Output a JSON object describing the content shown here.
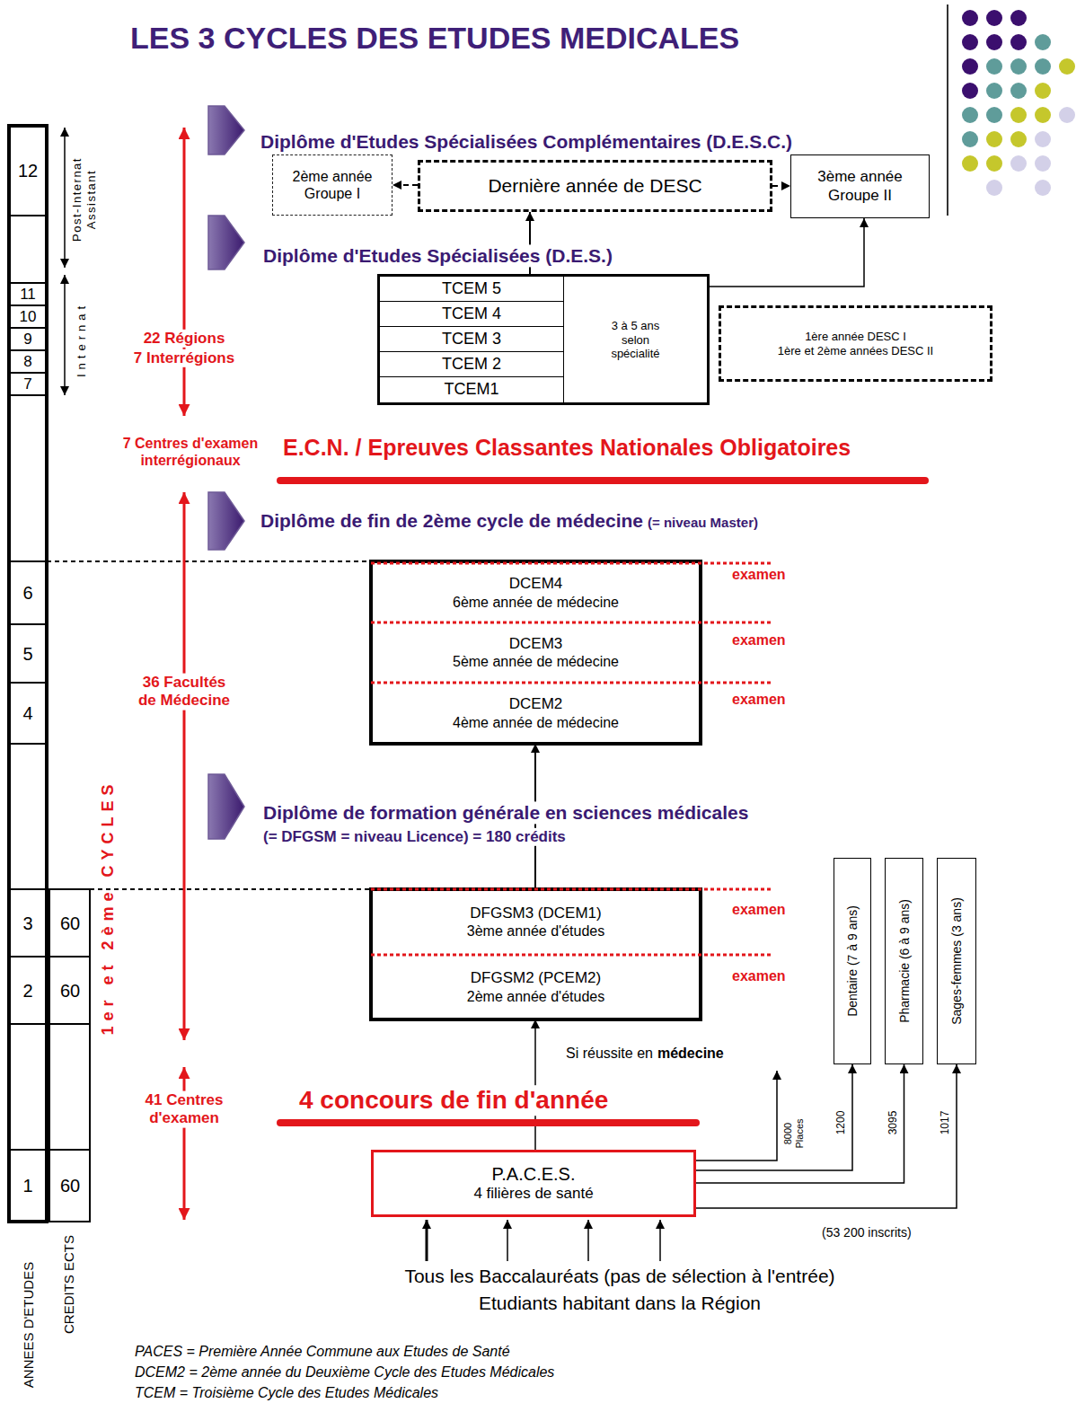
{
  "diagram": {
    "title": "LES 3 CYCLES DES ETUDES MEDICALES",
    "nodes": [
      {
        "text": [
          "2ème année Groupe I"
        ]
      },
      {
        "text": [
          "Dernière année de DESC"
        ]
      },
      {
        "text": [
          "3ème année Groupe II"
        ]
      },
      {
        "text": [
          "3 à 5 ans selon spécialité"
        ]
      },
      {
        "text": [
          "TCEM 5"
        ],
        "in": 3
      },
      {
        "text": [
          "TCEM 4"
        ],
        "in": 3
      },
      {
        "text": [
          "TCEM 3"
        ],
        "in": 3
      },
      {
        "text": [
          "TCEM 2"
        ],
        "in": 3
      },
      {
        "text": [
          "TCEM1"
        ],
        "in": 3
      },
      {
        "text": [
          "1ère année DESC I",
          "1ère et 2ème années DESC II"
        ]
      },
      {
        "text": [
          "DCEM4",
          "6ème année de médecine"
        ]
      },
      {
        "text": [
          "DCEM3",
          "5ème année de médecine"
        ]
      },
      {
        "text": [
          "DCEM2",
          "4ème année de médecine"
        ]
      },
      {
        "text": [
          "DFGSM3 (DCEM1)",
          "3ème année d'études"
        ]
      },
      {
        "text": [
          "DFGSM2 (PCEM2)",
          "2ème année d'études"
        ]
      },
      {
        "text": [
          "Dentaire (7 à 9 ans)"
        ]
      },
      {
        "text": [
          "Pharmacie (6 à 9 ans)"
        ]
      },
      {
        "text": [
          "Sages-femmes (3 ans)"
        ]
      },
      {
        "text": [
          "P.A.C.E.S.",
          "4 filières de santé"
        ]
      }
    ],
    "edges": [
      {
        "from": 1,
        "to": 0,
        "arrow": "to"
      },
      {
        "from": 1,
        "to": 2,
        "arrow": "to"
      },
      {
        "from": 3,
        "to": 1,
        "arrow": "to"
      },
      {
        "from": 3,
        "to": 2,
        "arrow": "to"
      },
      {
        "from": 13,
        "to": 12,
        "arrow": "to"
      },
      {
        "from": 18,
        "to": 14,
        "arrow": "to"
      },
      {
        "from": 18,
        "to": 15,
        "label": "1200",
        "arrow": "to"
      },
      {
        "from": 18,
        "to": 16,
        "label": "3095",
        "arrow": "to"
      },
      {
        "from": 18,
        "to": 17,
        "label": "1017",
        "arrow": "to"
      }
    ],
    "labels": [
      "Diplôme d'Etudes Spécialisées Complémentaires (D.E.S.C.)",
      "Diplôme d'Etudes Spécialisées (D.E.S.)",
      "7 Centres d'examen interrégionaux",
      "E.C.N. / Epreuves Classantes Nationales Obligatoires",
      "Diplôme de fin de 2ème cycle de médecine",
      "(= niveau Master)",
      "Diplôme de formation générale en sciences médicales",
      "(= DFGSM = niveau Licence) = 180 crédits",
      "examen",
      "examen",
      "examen",
      "examen",
      "examen",
      "Si réussite en",
      "médecine",
      "4 concours de fin d'année",
      "8000 Places",
      "(53 200 inscrits)",
      "Tous les Baccalauréats (pas de sélection à l'entrée)",
      "Etudiants habitant dans la Région",
      "22 Régions",
      "7 Interrégions",
      "36 Facultés de Médecine",
      "41 Centres d'examen",
      "1er et 2ème CYCLES",
      "Post-Internat Assistant",
      "Internat",
      "ANNEES D'ETUDES",
      "CREDITS ECTS",
      "12",
      "11",
      "10",
      "9",
      "8",
      "7",
      "6",
      "5",
      "4",
      "3",
      "2",
      "1",
      "60",
      "60",
      "60",
      "PACES = Première Année Commune aux Etudes de Santé",
      "DCEM2 = 2ème année du Deuxième Cycle des Etudes Médicales",
      "TCEM = Troisième Cycle des Etudes Médicales"
    ]
  }
}
